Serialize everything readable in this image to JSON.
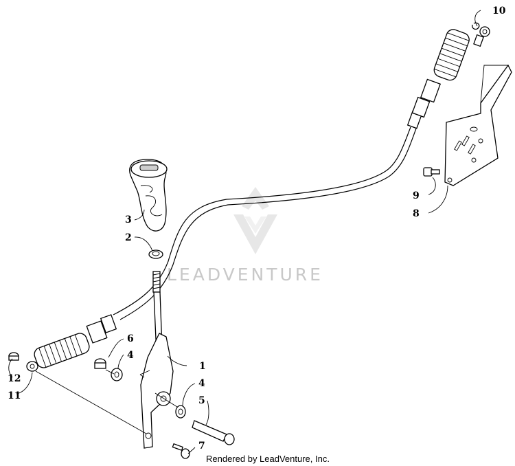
{
  "watermark": {
    "text": "LEADVENTURE"
  },
  "footer": {
    "text": "Rendered by LeadVenture, Inc."
  },
  "callouts": [
    "1",
    "2",
    "3",
    "4",
    "4",
    "5",
    "6",
    "7",
    "8",
    "9",
    "10",
    "11",
    "12"
  ]
}
